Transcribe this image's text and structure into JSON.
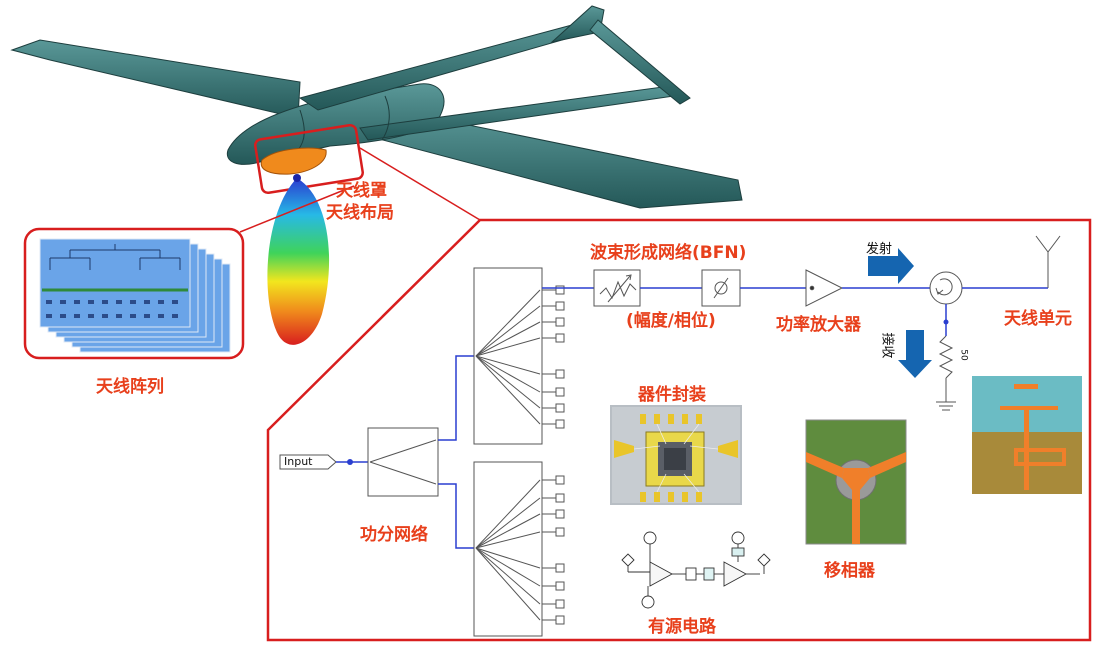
{
  "labels": {
    "radome_line1": "天线罩",
    "radome_line2": "天线布局",
    "antenna_array": "天线阵列",
    "bfn": "波束形成网络(BFN)",
    "amp_phase": "(幅度/相位)",
    "power_amp": "功率放大器",
    "antenna_element": "天线单元",
    "transmit": "发射",
    "receive": "接收",
    "device_package": "器件封装",
    "power_divider": "功分网络",
    "active_circuit": "有源电路",
    "phase_shifter": "移相器",
    "input": "Input",
    "resistor_value": "50"
  },
  "colors": {
    "accent_red": "#e8401c",
    "frame_red": "#d81e1e",
    "arrow_blue": "#1565b0",
    "wire_blue": "#2a3fd0",
    "aircraft_teal": "#2f6b6b",
    "radome_orange": "#f08a1c"
  }
}
